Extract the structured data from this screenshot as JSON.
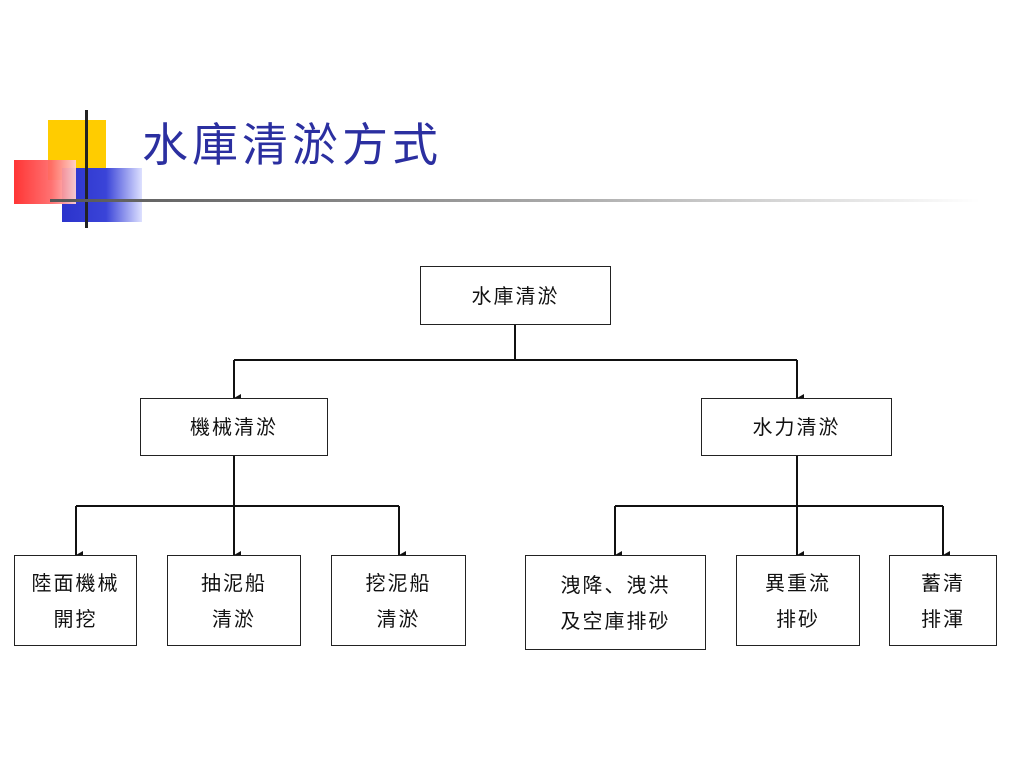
{
  "slide": {
    "title": "水庫清淤方式",
    "accent_colors": {
      "yellow": "#ffcc00",
      "blue": "#2b33cc",
      "red": "#ff3333",
      "title": "#2b2fa0"
    }
  },
  "diagram": {
    "root": {
      "label": "水庫清淤"
    },
    "left": {
      "label": "機械清淤",
      "children": [
        {
          "lines": [
            "陸面機械",
            "開挖"
          ]
        },
        {
          "lines": [
            "抽泥船",
            "清淤"
          ]
        },
        {
          "lines": [
            "挖泥船",
            "清淤"
          ]
        }
      ]
    },
    "right": {
      "label": "水力清淤",
      "children": [
        {
          "lines": [
            "洩降、洩洪",
            "及空庫排砂"
          ]
        },
        {
          "lines": [
            "異重流",
            "排砂"
          ]
        },
        {
          "lines": [
            "蓄清",
            "排渾"
          ]
        }
      ]
    }
  }
}
